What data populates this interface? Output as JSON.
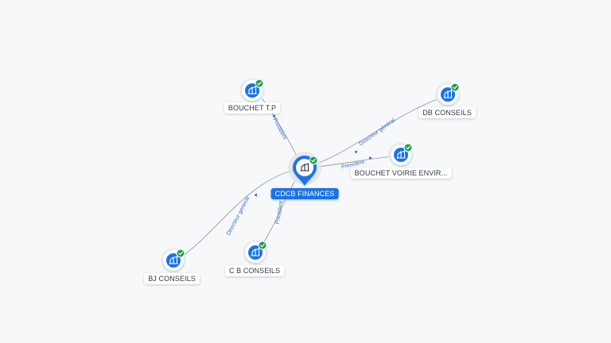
{
  "colors": {
    "node_blue": "#1a73e8",
    "check_green": "#1e9e4f",
    "edge": "#8c93a3",
    "edge_label": "#3d6fd1"
  },
  "center": {
    "label": "CDCB FINANCES",
    "icon": "building-icon",
    "verified": true
  },
  "nodes": [
    {
      "id": "bouchet-tp",
      "label": "BOUCHET T.P",
      "icon": "building-icon",
      "verified": true
    },
    {
      "id": "db-conseils",
      "label": "DB CONSEILS",
      "icon": "building-icon",
      "verified": true
    },
    {
      "id": "bouchet-voirie",
      "label": "BOUCHET VOIRIE ENVIR...",
      "icon": "building-icon",
      "verified": true
    },
    {
      "id": "bj-conseils",
      "label": "BJ CONSEILS",
      "icon": "building-icon",
      "verified": true
    },
    {
      "id": "cb-conseils",
      "label": "C B CONSEILS",
      "icon": "building-icon",
      "verified": true
    }
  ],
  "edges": [
    {
      "to": "bouchet-tp",
      "label": "President"
    },
    {
      "to": "db-conseils",
      "label": "Directeur général"
    },
    {
      "to": "bouchet-voirie",
      "label": "President"
    },
    {
      "to": "bj-conseils",
      "label": "Directeur general"
    },
    {
      "to": "cb-conseils",
      "label": "President"
    }
  ]
}
